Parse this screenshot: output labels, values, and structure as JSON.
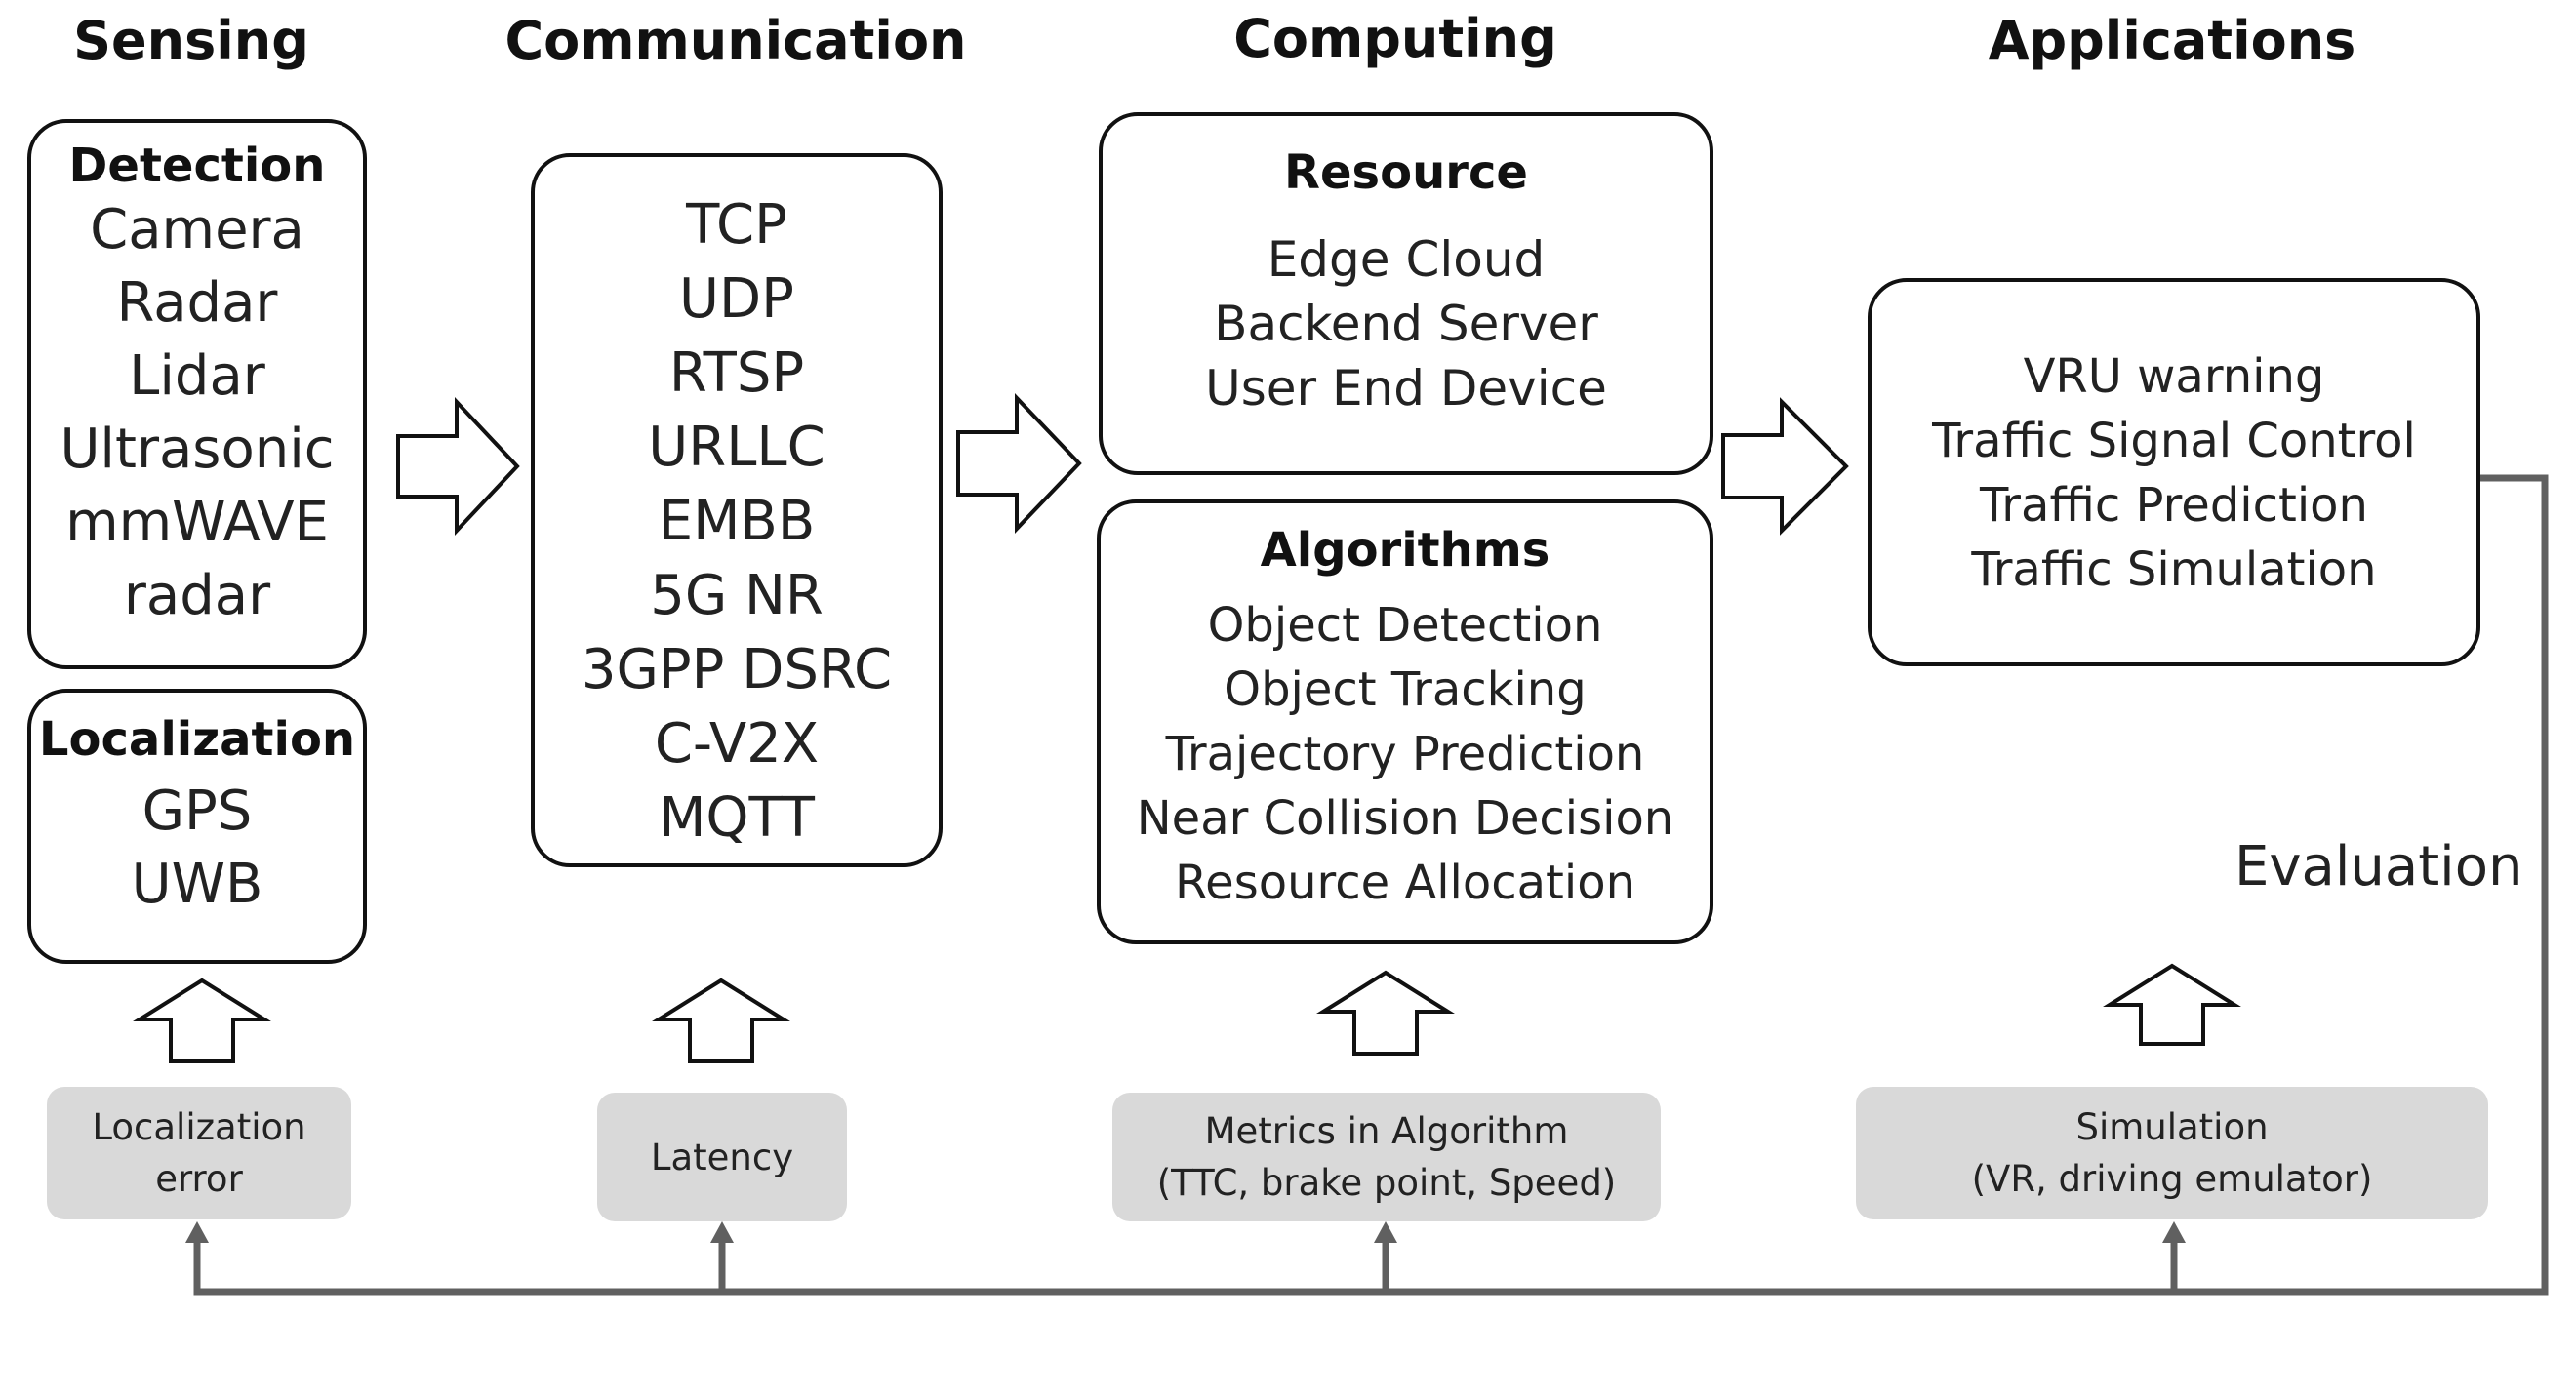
{
  "columns": {
    "sensing": {
      "header": "Sensing",
      "detection": {
        "title": "Detection",
        "items": [
          "Camera",
          "Radar",
          "Lidar",
          "Ultrasonic",
          "mmWAVE",
          "radar"
        ]
      },
      "localization": {
        "title": "Localization",
        "items": [
          "GPS",
          "UWB"
        ]
      },
      "metric": "Localization\nerror"
    },
    "communication": {
      "header": "Communication",
      "items": [
        "TCP",
        "UDP",
        "RTSP",
        "URLLC",
        "EMBB",
        "5G NR",
        "3GPP DSRC",
        "C-V2X",
        "MQTT"
      ],
      "metric": "Latency"
    },
    "computing": {
      "header": "Computing",
      "resource": {
        "title": "Resource",
        "items": [
          "Edge Cloud",
          "Backend Server",
          "User End Device"
        ]
      },
      "algorithms": {
        "title": "Algorithms",
        "items": [
          "Object Detection",
          "Object Tracking",
          "Trajectory Prediction",
          "Near Collision Decision",
          "Resource Allocation"
        ]
      },
      "metric": "Metrics in Algorithm\n(TTC, brake point, Speed)"
    },
    "applications": {
      "header": "Applications",
      "items": [
        "VRU warning",
        "Traffic Signal Control",
        "Traffic Prediction",
        "Traffic Simulation"
      ],
      "metric": "Simulation\n(VR, driving emulator)"
    }
  },
  "evaluation_label": "Evaluation",
  "colors": {
    "stroke": "#111111",
    "metric_fill": "#d9d9d9",
    "feedback_line": "#606060"
  }
}
